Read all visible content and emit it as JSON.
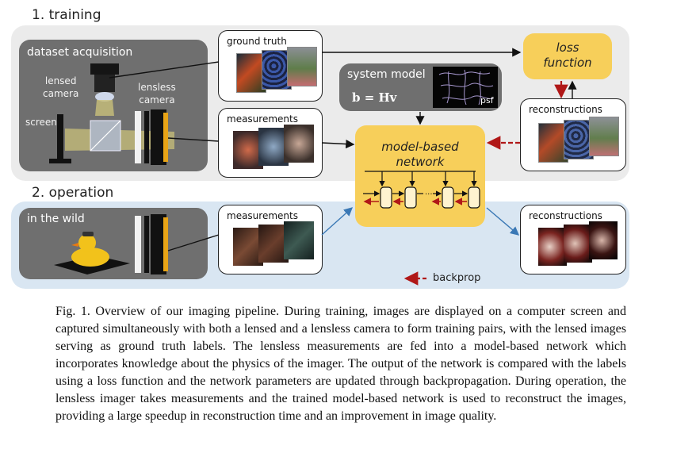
{
  "section_training": "1. training",
  "section_operation": "2. operation",
  "dataset_acquisition": "dataset acquisition",
  "lensed_camera": [
    "lensed",
    "camera"
  ],
  "lensless_camera": [
    "lensless",
    "camera"
  ],
  "screen": "screen",
  "ground_truth": "ground truth",
  "measurements_train": "measurements",
  "system_model": "system model",
  "equation": "b = Hv",
  "psf": "psf",
  "loss_function": [
    "loss",
    "function"
  ],
  "reconstructions_train": "reconstructions",
  "model_based_network": [
    "model-based",
    "network"
  ],
  "in_the_wild": "in the wild",
  "measurements_op": "measurements",
  "reconstructions_op": "reconstructions",
  "backprop": "backprop",
  "caption": "Fig. 1.  Overview of our imaging pipeline.  During training, images are displayed on a computer screen and captured simultaneously with both a lensed and a lensless camera to form training pairs, with the lensed images serving as ground truth labels.  The lensless measurements are fed into a model-based network which incorporates knowledge about the physics of the imager.  The output of the network is compared with the labels using a loss function and the network parameters are updated through backpropagation.  During operation, the lensless imager takes measurements and the trained model-based network is used to reconstruct the images, providing a large speedup in reconstruction time and an improvement in image quality.",
  "colors": {
    "training_panel": "#ebebeb",
    "operation_panel": "#d9e6f2",
    "dark_box": "#6f6f6f",
    "gold": "#f7cf5a",
    "backprop_red": "#b01818",
    "blue_arrow": "#3a78b5"
  }
}
